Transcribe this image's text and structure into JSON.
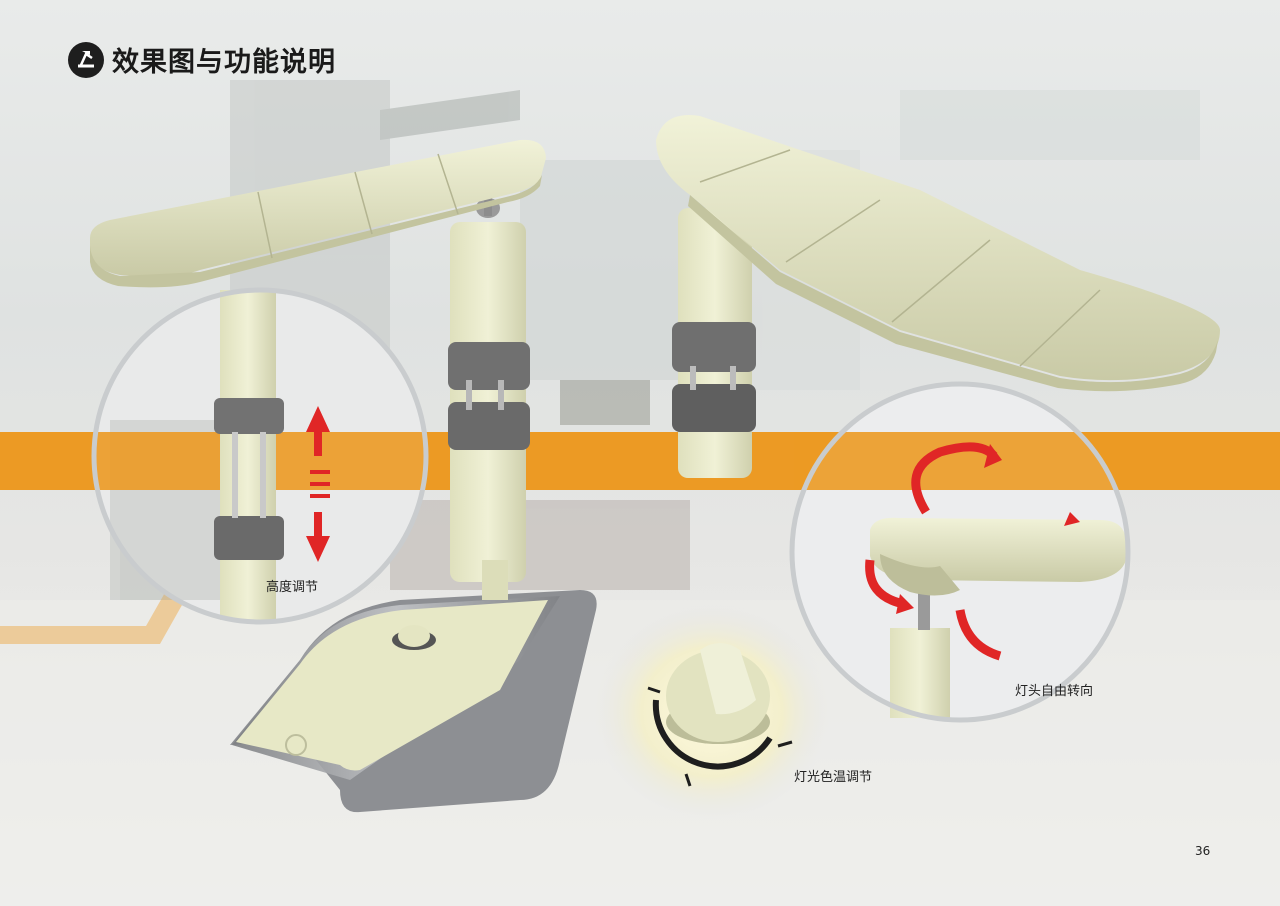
{
  "header": {
    "title": "效果图与功能说明"
  },
  "labels": {
    "height": "高度调节",
    "color_temp": "灯光色温调节",
    "rotate": "灯头自由转向"
  },
  "footer": {
    "page_number": "36"
  },
  "colors": {
    "accent_orange": "#ec9a24",
    "lamp_body": "#e8e9c8",
    "clamp_gray": "#6f6f6f",
    "arrow_red": "#e02626",
    "circle_ring": "#c9ccce"
  }
}
